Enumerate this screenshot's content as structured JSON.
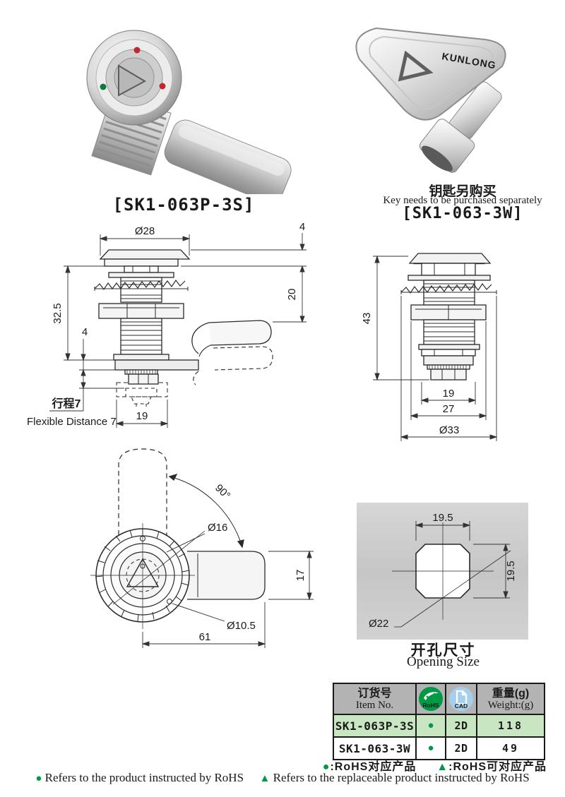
{
  "colors": {
    "accent_green": "#009944",
    "table_header_bg": "#b3b3b3",
    "table_row_highlight": "#c9e6c3",
    "cad_blue": "#a6cfec",
    "indicator_red": "#c1272d",
    "indicator_green": "#0b7a3c"
  },
  "photos": {
    "lock": {
      "caption": "[SK1-063P-3S]"
    },
    "key": {
      "brand": "KUNLONG",
      "note_cn": "钥匙另购买",
      "note_en": "Key needs to be purchased separately",
      "caption": "[SK1-063-3W]"
    }
  },
  "drawings": {
    "side_cam": {
      "dia_top": "Ø28",
      "height": "32.5",
      "flange": "4",
      "stroke_cn": "行程7",
      "stroke_en": "Flexible Distance 7",
      "width_bottom": "19",
      "cap_thickness": "4",
      "grip_depth": "20"
    },
    "side_straight": {
      "height": "43",
      "width_bottom": "19",
      "nut_width": "27",
      "dia_washer": "Ø33"
    },
    "front": {
      "rotation": "90°",
      "dia_face": "Ø16",
      "dia_hole": "Ø10.5",
      "length": "61",
      "cam_height": "17"
    },
    "opening": {
      "width": "19.5",
      "height": "19.5",
      "dia": "Ø22",
      "caption_cn": "开孔尺寸",
      "caption_en": "Opening Size"
    }
  },
  "table": {
    "header": {
      "item_cn": "订货号",
      "item_en": "Item No.",
      "rohs_label": "RoHS",
      "cad_label": "CAD",
      "weight_cn": "重量(g)",
      "weight_en": "Weight:(g)"
    },
    "rows": [
      {
        "item": "SK1-063P-3S",
        "rohs": "●",
        "cad": "2D",
        "weight": "118"
      },
      {
        "item": "SK1-063-3W",
        "rohs": "●",
        "cad": "2D",
        "weight": "49"
      }
    ]
  },
  "legend": {
    "dot_symbol": "●",
    "triangle_symbol": "▲",
    "dot_cn": ":RoHS对应产品",
    "triangle_cn": ":RoHS可对应产品",
    "dot_en": "Refers to the product instructed by RoHS",
    "triangle_en": "Refers to the replaceable product instructed by RoHS"
  }
}
